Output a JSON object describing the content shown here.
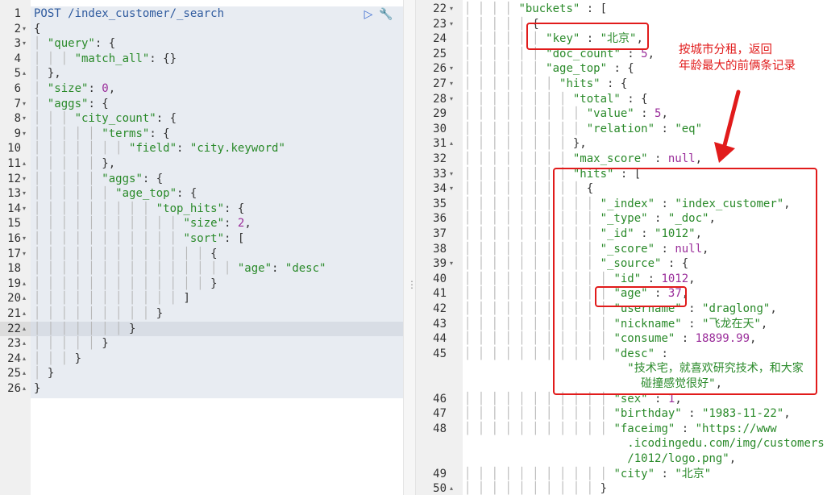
{
  "left_editor": {
    "request": "POST /index_customer/_search",
    "run_icon": "play-icon",
    "wrench_icon": "wrench-icon",
    "active_line": 22,
    "lines": [
      {
        "n": "1",
        "fold": "",
        "indent": "",
        "code": [
          [
            "k",
            "POST /index_customer/_search"
          ]
        ]
      },
      {
        "n": "2",
        "fold": "▾",
        "indent": "",
        "code": [
          [
            "p",
            "{"
          ]
        ]
      },
      {
        "n": "3",
        "fold": "▾",
        "indent": "│ ",
        "code": [
          [
            "s",
            "\"query\""
          ],
          [
            "p",
            ": {"
          ]
        ]
      },
      {
        "n": "4",
        "fold": "",
        "indent": "│ │ │ ",
        "code": [
          [
            "s",
            "\"match_all\""
          ],
          [
            "p",
            ": {}"
          ]
        ]
      },
      {
        "n": "5",
        "fold": "▴",
        "indent": "│ ",
        "code": [
          [
            "p",
            "},"
          ]
        ]
      },
      {
        "n": "6",
        "fold": "",
        "indent": "│ ",
        "code": [
          [
            "s",
            "\"size\""
          ],
          [
            "p",
            ": "
          ],
          [
            "m",
            "0"
          ],
          [
            "p",
            ","
          ]
        ]
      },
      {
        "n": "7",
        "fold": "▾",
        "indent": "│ ",
        "code": [
          [
            "s",
            "\"aggs\""
          ],
          [
            "p",
            ": {"
          ]
        ]
      },
      {
        "n": "8",
        "fold": "▾",
        "indent": "│ │ │ ",
        "code": [
          [
            "s",
            "\"city_count\""
          ],
          [
            "p",
            ": {"
          ]
        ]
      },
      {
        "n": "9",
        "fold": "▾",
        "indent": "│ │ │ │ │ ",
        "code": [
          [
            "s",
            "\"terms\""
          ],
          [
            "p",
            ": {"
          ]
        ]
      },
      {
        "n": "10",
        "fold": "",
        "indent": "│ │ │ │ │ │ │ ",
        "code": [
          [
            "s",
            "\"field\""
          ],
          [
            "p",
            ": "
          ],
          [
            "s",
            "\"city.keyword\""
          ]
        ]
      },
      {
        "n": "11",
        "fold": "▴",
        "indent": "│ │ │ │ │ ",
        "code": [
          [
            "p",
            "},"
          ]
        ]
      },
      {
        "n": "12",
        "fold": "▾",
        "indent": "│ │ │ │ │ ",
        "code": [
          [
            "s",
            "\"aggs\""
          ],
          [
            "p",
            ": {"
          ]
        ]
      },
      {
        "n": "13",
        "fold": "▾",
        "indent": "│ │ │ │ │ │ ",
        "code": [
          [
            "s",
            "\"age_top\""
          ],
          [
            "p",
            ": {"
          ]
        ]
      },
      {
        "n": "14",
        "fold": "▾",
        "indent": "│ │ │ │ │ │ │ │ │ ",
        "code": [
          [
            "s",
            "\"top_hits\""
          ],
          [
            "p",
            ": {"
          ]
        ]
      },
      {
        "n": "15",
        "fold": "",
        "indent": "│ │ │ │ │ │ │ │ │ │ │ ",
        "code": [
          [
            "s",
            "\"size\""
          ],
          [
            "p",
            ": "
          ],
          [
            "m",
            "2"
          ],
          [
            "p",
            ","
          ]
        ]
      },
      {
        "n": "16",
        "fold": "▾",
        "indent": "│ │ │ │ │ │ │ │ │ │ │ ",
        "code": [
          [
            "s",
            "\"sort\""
          ],
          [
            "p",
            ": ["
          ]
        ]
      },
      {
        "n": "17",
        "fold": "▾",
        "indent": "│ │ │ │ │ │ │ │ │ │ │ │ │ ",
        "code": [
          [
            "p",
            "{"
          ]
        ]
      },
      {
        "n": "18",
        "fold": "",
        "indent": "│ │ │ │ │ │ │ │ │ │ │ │ │ │ │ ",
        "code": [
          [
            "s",
            "\"age\""
          ],
          [
            "p",
            ": "
          ],
          [
            "s",
            "\"desc\""
          ]
        ]
      },
      {
        "n": "19",
        "fold": "▴",
        "indent": "│ │ │ │ │ │ │ │ │ │ │ │ │ ",
        "code": [
          [
            "p",
            "}"
          ]
        ]
      },
      {
        "n": "20",
        "fold": "▴",
        "indent": "│ │ │ │ │ │ │ │ │ │ │ ",
        "code": [
          [
            "p",
            "]"
          ]
        ]
      },
      {
        "n": "21",
        "fold": "▴",
        "indent": "│ │ │ │ │ │ │ │ │ ",
        "code": [
          [
            "p",
            "}"
          ]
        ]
      },
      {
        "n": "22",
        "fold": "▴",
        "indent": "│ │ │ │ │ │ │ ",
        "code": [
          [
            "p",
            "}"
          ]
        ]
      },
      {
        "n": "23",
        "fold": "▴",
        "indent": "│ │ │ │ │ ",
        "code": [
          [
            "p",
            "}"
          ]
        ]
      },
      {
        "n": "24",
        "fold": "▴",
        "indent": "│ │ │ ",
        "code": [
          [
            "p",
            "}"
          ]
        ]
      },
      {
        "n": "25",
        "fold": "▴",
        "indent": "│ ",
        "code": [
          [
            "p",
            "}"
          ]
        ]
      },
      {
        "n": "26",
        "fold": "▴",
        "indent": "",
        "code": [
          [
            "p",
            "}"
          ]
        ]
      }
    ]
  },
  "right_editor": {
    "lines": [
      {
        "n": "22",
        "fold": "▾",
        "indent": "│ │ │ │ ",
        "code": [
          [
            "s",
            "\"buckets\""
          ],
          [
            "p",
            " : ["
          ]
        ]
      },
      {
        "n": "23",
        "fold": "▾",
        "indent": "│ │ │ │ │ ",
        "code": [
          [
            "p",
            "{"
          ]
        ]
      },
      {
        "n": "24",
        "fold": "",
        "indent": "│ │ │ │ │ │ ",
        "code": [
          [
            "s",
            "\"key\""
          ],
          [
            "p",
            " : "
          ],
          [
            "s",
            "\"北京\""
          ],
          [
            "p",
            ","
          ]
        ]
      },
      {
        "n": "25",
        "fold": "",
        "indent": "│ │ │ │ │ │ ",
        "code": [
          [
            "s",
            "\"doc_count\""
          ],
          [
            "p",
            " : "
          ],
          [
            "m",
            "5"
          ],
          [
            "p",
            ","
          ]
        ]
      },
      {
        "n": "26",
        "fold": "▾",
        "indent": "│ │ │ │ │ │ ",
        "code": [
          [
            "s",
            "\"age_top\""
          ],
          [
            "p",
            " : {"
          ]
        ]
      },
      {
        "n": "27",
        "fold": "▾",
        "indent": "│ │ │ │ │ │ │ ",
        "code": [
          [
            "s",
            "\"hits\""
          ],
          [
            "p",
            " : {"
          ]
        ]
      },
      {
        "n": "28",
        "fold": "▾",
        "indent": "│ │ │ │ │ │ │ │ ",
        "code": [
          [
            "s",
            "\"total\""
          ],
          [
            "p",
            " : {"
          ]
        ]
      },
      {
        "n": "29",
        "fold": "",
        "indent": "│ │ │ │ │ │ │ │ │ ",
        "code": [
          [
            "s",
            "\"value\""
          ],
          [
            "p",
            " : "
          ],
          [
            "m",
            "5"
          ],
          [
            "p",
            ","
          ]
        ]
      },
      {
        "n": "30",
        "fold": "",
        "indent": "│ │ │ │ │ │ │ │ │ ",
        "code": [
          [
            "s",
            "\"relation\""
          ],
          [
            "p",
            " : "
          ],
          [
            "s",
            "\"eq\""
          ]
        ]
      },
      {
        "n": "31",
        "fold": "▴",
        "indent": "│ │ │ │ │ │ │ │ ",
        "code": [
          [
            "p",
            "},"
          ]
        ]
      },
      {
        "n": "32",
        "fold": "",
        "indent": "│ │ │ │ │ │ │ │ ",
        "code": [
          [
            "s",
            "\"max_score\""
          ],
          [
            "p",
            " : "
          ],
          [
            "m",
            "null"
          ],
          [
            "p",
            ","
          ]
        ]
      },
      {
        "n": "33",
        "fold": "▾",
        "indent": "│ │ │ │ │ │ │ │ ",
        "code": [
          [
            "s",
            "\"hits\""
          ],
          [
            "p",
            " : ["
          ]
        ]
      },
      {
        "n": "34",
        "fold": "▾",
        "indent": "│ │ │ │ │ │ │ │ │ ",
        "code": [
          [
            "p",
            "{"
          ]
        ]
      },
      {
        "n": "35",
        "fold": "",
        "indent": "│ │ │ │ │ │ │ │ │ │ ",
        "code": [
          [
            "s",
            "\"_index\""
          ],
          [
            "p",
            " : "
          ],
          [
            "s",
            "\"index_customer\""
          ],
          [
            "p",
            ","
          ]
        ]
      },
      {
        "n": "36",
        "fold": "",
        "indent": "│ │ │ │ │ │ │ │ │ │ ",
        "code": [
          [
            "s",
            "\"_type\""
          ],
          [
            "p",
            " : "
          ],
          [
            "s",
            "\"_doc\""
          ],
          [
            "p",
            ","
          ]
        ]
      },
      {
        "n": "37",
        "fold": "",
        "indent": "│ │ │ │ │ │ │ │ │ │ ",
        "code": [
          [
            "s",
            "\"_id\""
          ],
          [
            "p",
            " : "
          ],
          [
            "s",
            "\"1012\""
          ],
          [
            "p",
            ","
          ]
        ]
      },
      {
        "n": "38",
        "fold": "",
        "indent": "│ │ │ │ │ │ │ │ │ │ ",
        "code": [
          [
            "s",
            "\"_score\""
          ],
          [
            "p",
            " : "
          ],
          [
            "m",
            "null"
          ],
          [
            "p",
            ","
          ]
        ]
      },
      {
        "n": "39",
        "fold": "▾",
        "indent": "│ │ │ │ │ │ │ │ │ │ ",
        "code": [
          [
            "s",
            "\"_source\""
          ],
          [
            "p",
            " : {"
          ]
        ]
      },
      {
        "n": "40",
        "fold": "",
        "indent": "│ │ │ │ │ │ │ │ │ │ │ ",
        "code": [
          [
            "s",
            "\"id\""
          ],
          [
            "p",
            " : "
          ],
          [
            "m",
            "1012"
          ],
          [
            "p",
            ","
          ]
        ]
      },
      {
        "n": "41",
        "fold": "",
        "indent": "│ │ │ │ │ │ │ │ │ │ │ ",
        "code": [
          [
            "s",
            "\"age\""
          ],
          [
            "p",
            " : "
          ],
          [
            "m",
            "37"
          ],
          [
            "p",
            ","
          ]
        ]
      },
      {
        "n": "42",
        "fold": "",
        "indent": "│ │ │ │ │ │ │ │ │ │ │ ",
        "code": [
          [
            "s",
            "\"username\""
          ],
          [
            "p",
            " : "
          ],
          [
            "s",
            "\"draglong\""
          ],
          [
            "p",
            ","
          ]
        ]
      },
      {
        "n": "43",
        "fold": "",
        "indent": "│ │ │ │ │ │ │ │ │ │ │ ",
        "code": [
          [
            "s",
            "\"nickname\""
          ],
          [
            "p",
            " : "
          ],
          [
            "s",
            "\"飞龙在天\""
          ],
          [
            "p",
            ","
          ]
        ]
      },
      {
        "n": "44",
        "fold": "",
        "indent": "│ │ │ │ │ │ │ │ │ │ │ ",
        "code": [
          [
            "s",
            "\"consume\""
          ],
          [
            "p",
            " : "
          ],
          [
            "m",
            "18899.99"
          ],
          [
            "p",
            ","
          ]
        ]
      },
      {
        "n": "45",
        "fold": "",
        "indent": "│ │ │ │ │ │ │ │ │ │ │ ",
        "code": [
          [
            "s",
            "\"desc\""
          ],
          [
            "p",
            " :"
          ]
        ]
      },
      {
        "n": "",
        "fold": "",
        "indent": "                        ",
        "code": [
          [
            "s",
            "\"技术宅，就喜欢研究技术，和大家"
          ]
        ]
      },
      {
        "n": "",
        "fold": "",
        "indent": "                          ",
        "code": [
          [
            "s",
            "碰撞感觉很好\""
          ],
          [
            "p",
            ","
          ]
        ]
      },
      {
        "n": "46",
        "fold": "",
        "indent": "│ │ │ │ │ │ │ │ │ │ │ ",
        "code": [
          [
            "s",
            "\"sex\""
          ],
          [
            "p",
            " : "
          ],
          [
            "m",
            "1"
          ],
          [
            "p",
            ","
          ]
        ]
      },
      {
        "n": "47",
        "fold": "",
        "indent": "│ │ │ │ │ │ │ │ │ │ │ ",
        "code": [
          [
            "s",
            "\"birthday\""
          ],
          [
            "p",
            " : "
          ],
          [
            "s",
            "\"1983-11-22\""
          ],
          [
            "p",
            ","
          ]
        ]
      },
      {
        "n": "48",
        "fold": "",
        "indent": "│ │ │ │ │ │ │ │ │ │ │ ",
        "code": [
          [
            "s",
            "\"faceimg\""
          ],
          [
            "p",
            " : "
          ],
          [
            "s",
            "\"https://www"
          ]
        ]
      },
      {
        "n": "",
        "fold": "",
        "indent": "                        ",
        "code": [
          [
            "s",
            ".icodingedu.com/img/customers"
          ]
        ]
      },
      {
        "n": "",
        "fold": "",
        "indent": "                        ",
        "code": [
          [
            "s",
            "/1012/logo.png\""
          ],
          [
            "p",
            ","
          ]
        ]
      },
      {
        "n": "49",
        "fold": "",
        "indent": "│ │ │ │ │ │ │ │ │ │ │ ",
        "code": [
          [
            "s",
            "\"city\""
          ],
          [
            "p",
            " : "
          ],
          [
            "s",
            "\"北京\""
          ]
        ]
      },
      {
        "n": "50",
        "fold": "▴",
        "indent": "│ │ │ │ │ │ │ │ │ │ ",
        "code": [
          [
            "p",
            "}"
          ]
        ]
      }
    ]
  },
  "annotation": {
    "text": "按城市分租，返回\n年龄最大的前俩条记录",
    "color": "#e11b1b"
  },
  "colors": {
    "string": "#2a8a2a",
    "keyword": "#2e5a9e",
    "number": "#9a2d9a",
    "editor_bg": "#e8ecf2",
    "gutter_bg": "#f0f0f0"
  }
}
